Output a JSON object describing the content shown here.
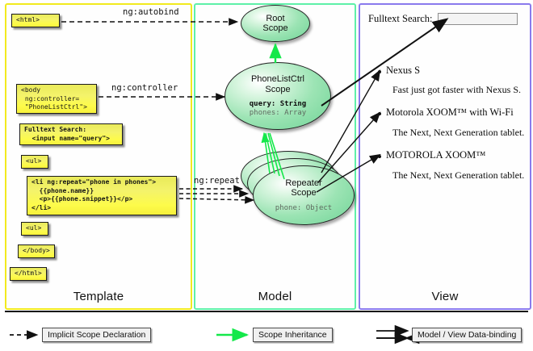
{
  "columns": [
    {
      "id": "template",
      "label": "Template",
      "border_color": "#f2ea1e"
    },
    {
      "id": "model",
      "label": "Model",
      "border_color": "#5ef0a8"
    },
    {
      "id": "view",
      "label": "View",
      "border_color": "#8a7aed"
    }
  ],
  "template": {
    "boxes": [
      {
        "name": "html-open",
        "text": "<html>"
      },
      {
        "name": "body-controller",
        "text": "<body\n ng:controller=\n \"PhoneListCtrl\">"
      },
      {
        "name": "fulltext-search-input",
        "text": "Fulltext Search:\n  <input name=\"query\">"
      },
      {
        "name": "ul-open",
        "text": "<ul>"
      },
      {
        "name": "li-ngrepeat",
        "text": "<li ng:repeat=\"phone in phones\">\n  {{phone.name}}\n  <p>{{phone.snippet}}</p>\n</li>"
      },
      {
        "name": "ul-close",
        "text": "<ul>"
      },
      {
        "name": "body-close",
        "text": "</body>"
      },
      {
        "name": "html-close",
        "text": "</html>"
      }
    ]
  },
  "edge_labels": {
    "autobind": "ng:autobind",
    "controller": "ng:controller",
    "repeat": "ng:repeat"
  },
  "model": {
    "scopes": [
      {
        "name": "root-scope",
        "title_line1": "Root",
        "title_line2": "Scope",
        "props": []
      },
      {
        "name": "phonelistctrl-scope",
        "title_line1": "PhoneListCtrl",
        "title_line2": "Scope",
        "props": [
          {
            "text": "query: String",
            "emphasis": "strong"
          },
          {
            "text": "phones: Array",
            "emphasis": "dim"
          }
        ]
      },
      {
        "name": "repeater-scope",
        "title_line1": "Repeater",
        "title_line2": "Scope",
        "props": [
          {
            "text": "phone: Object",
            "emphasis": "dim"
          }
        ]
      }
    ]
  },
  "view": {
    "search_label": "Fulltext Search:",
    "search_value": "",
    "search_placeholder": "",
    "items": [
      {
        "name": "Nexus S",
        "snippet": "Fast just got faster with Nexus S."
      },
      {
        "name": "Motorola XOOM™  with Wi-Fi",
        "snippet": "The Next, Next Generation tablet."
      },
      {
        "name": "MOTOROLA XOOM™",
        "snippet": "The Next, Next Generation tablet."
      }
    ]
  },
  "legend": [
    {
      "name": "implicit-scope-declaration",
      "label": "Implicit Scope Declaration",
      "style": "dashed-black"
    },
    {
      "name": "scope-inheritance",
      "label": "Scope Inheritance",
      "style": "solid-green"
    },
    {
      "name": "model-view-data-binding",
      "label": "Model / View Data-binding",
      "style": "double-black"
    }
  ],
  "colors": {
    "template_border": "#f2ea1e",
    "model_border": "#5ef0a8",
    "view_border": "#8a7aed",
    "inheritance_arrow": "#14e84a",
    "code_box_fill": "#f4f36b",
    "scope_fill": "#9ce4b4"
  }
}
